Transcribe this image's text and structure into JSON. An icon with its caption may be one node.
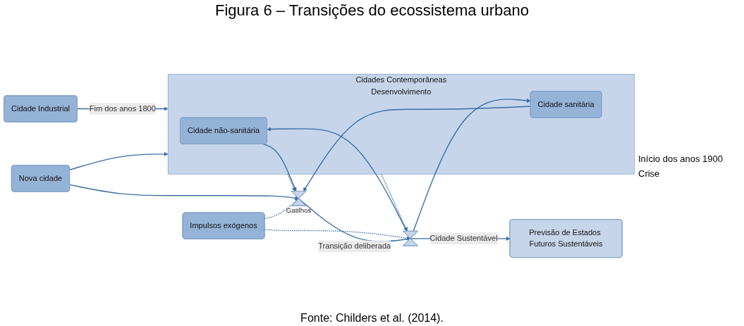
{
  "diagram": {
    "title": "Figura 6 – Transições do ecossistema urbano",
    "caption": "Fonte: Childers et al. (2014).",
    "nodes": [
      {
        "text": [
          "Cidade Industrial"
        ]
      },
      {
        "text": [
          "Cidades Contemporâneas",
          "Desenvolvimento"
        ]
      },
      {
        "text": [
          "Cidade sanitária"
        ],
        "in": 1
      },
      {
        "text": [
          "Cidade não-sanitária"
        ],
        "in": 1
      },
      {
        "text": [
          "Nova cidade"
        ]
      },
      {
        "text": [
          "Impulsos exógenos"
        ]
      },
      {
        "text": [],
        "shape": "hourglass",
        "beside": [
          "Gatilhos"
        ]
      },
      {
        "text": [],
        "shape": "hourglass"
      },
      {
        "text": [
          "Previsão de Estados Futuros Sustentáveis"
        ]
      }
    ],
    "edges": [
      {
        "from": 0,
        "to": 1,
        "arrow": "to",
        "label": "Fim dos anos 1800"
      },
      {
        "from": 2,
        "to": 6,
        "arrow": "to"
      },
      {
        "from": 3,
        "to": 6,
        "arrow": "to"
      },
      {
        "from": 4,
        "to": 1,
        "arrow": "to"
      },
      {
        "from": 4,
        "to": 6,
        "arrow": "to"
      },
      {
        "from": 1,
        "to": 6,
        "arrow": "to",
        "style": "dashed"
      },
      {
        "from": 1,
        "to": 7,
        "arrow": "to",
        "style": "dashed"
      },
      {
        "from": 5,
        "to": 6,
        "arrow": "to",
        "style": "dashed"
      },
      {
        "from": 5,
        "to": 7,
        "arrow": "to",
        "style": "dashed"
      },
      {
        "from": 6,
        "to": 7,
        "arrow": "none",
        "label": "Transição deliberada"
      },
      {
        "from": 7,
        "to": 8,
        "arrow": "to",
        "label": "Cidade Sustentável"
      },
      {
        "from": 7,
        "to": 3,
        "arrow": "to"
      },
      {
        "from": 7,
        "to": 2,
        "arrow": "to"
      }
    ],
    "labels": [
      "Início dos anos 1900",
      "Crise"
    ]
  }
}
